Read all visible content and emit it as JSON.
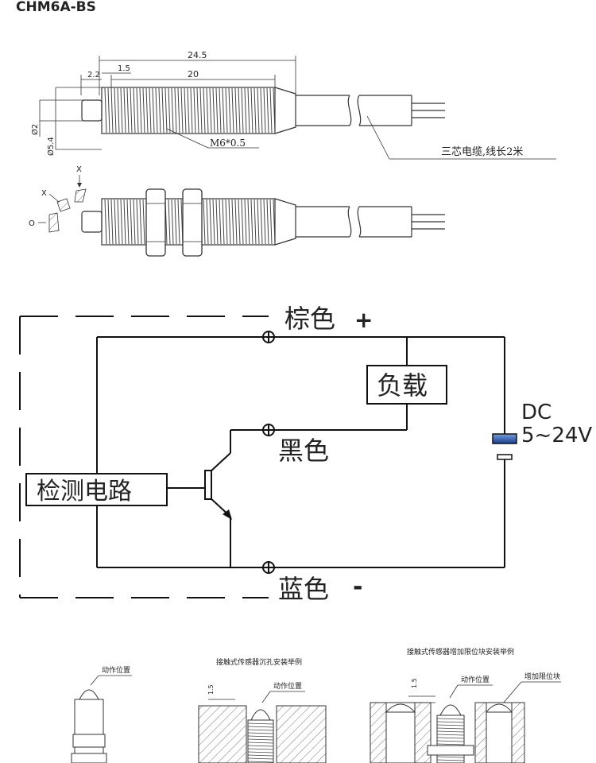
{
  "model": "CHM6A-BS",
  "dimensions": {
    "total_length": "24.5",
    "thread_length": "20",
    "tip_offset_1": "2.2",
    "tip_offset_2": "1.5",
    "tip_diameter": "Ø2",
    "body_diameter": "Ø5.4",
    "thread_spec": "M6*0.5"
  },
  "cable_note": "三芯电缆,线长2米",
  "direction_marks": {
    "x_top": "X",
    "x_left": "X",
    "o_mark": "O"
  },
  "wiring": {
    "brown": "棕色",
    "plus": "+",
    "black": "黑色",
    "blue": "蓝色",
    "minus": "-",
    "load": "负载",
    "detect_circuit": "检测电路",
    "dc": "DC",
    "voltage": "5~24V"
  },
  "install": {
    "left_label": "动作位置",
    "middle_title": "接触式传感器沉孔安装举例",
    "middle_label": "动作位置",
    "middle_dim": "1.5",
    "right_title": "接触式传感器增加限位块安装举例",
    "right_label": "动作位置",
    "right_label_2": "增加限位块",
    "right_dim": "1.5"
  },
  "colors": {
    "line": "#333333",
    "capacitor": "#2b57a8"
  }
}
